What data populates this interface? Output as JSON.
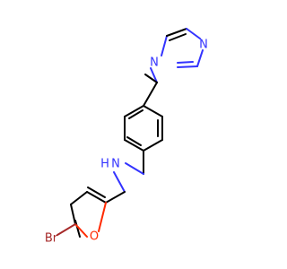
{
  "molecule": {
    "atoms": {
      "n_imidazole_1": {
        "label": "N",
        "color": "#3333ff"
      },
      "n_imidazole_3": {
        "label": "N",
        "color": "#3333ff"
      },
      "n_amine": {
        "label": "N",
        "color": "#3333ff"
      },
      "h_amine": {
        "label": "H",
        "color": "#3333ff"
      },
      "o_furan": {
        "label": "O",
        "color": "#ff2a00"
      },
      "br": {
        "label": "Br",
        "color": "#a62929"
      }
    },
    "colors": {
      "bond": "#000000",
      "nitrogen": "#3333ff",
      "oxygen": "#ff2a00",
      "bromine": "#a62929",
      "background": "#ffffff"
    }
  }
}
